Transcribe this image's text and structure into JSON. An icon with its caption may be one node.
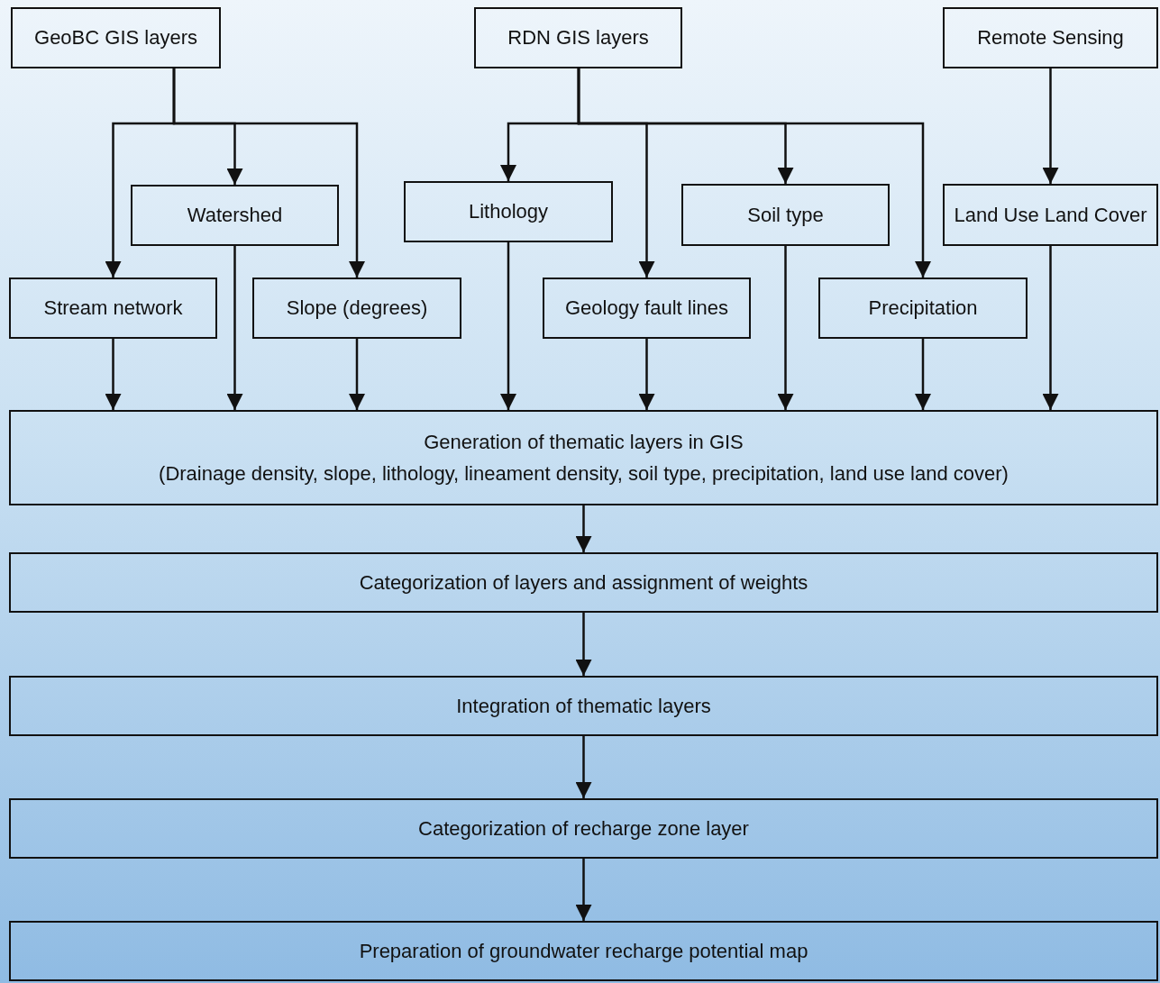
{
  "diagram": {
    "nodes": [
      {
        "text": [
          "GeoBC GIS layers"
        ]
      },
      {
        "text": [
          "RDN GIS layers"
        ]
      },
      {
        "text": [
          "Remote Sensing"
        ]
      },
      {
        "text": [
          "Watershed"
        ]
      },
      {
        "text": [
          "Lithology"
        ]
      },
      {
        "text": [
          "Soil type"
        ]
      },
      {
        "text": [
          "Land Use Land Cover"
        ]
      },
      {
        "text": [
          "Stream network"
        ]
      },
      {
        "text": [
          "Slope (degrees)"
        ]
      },
      {
        "text": [
          "Geology fault lines"
        ]
      },
      {
        "text": [
          "Precipitation"
        ]
      },
      {
        "text": [
          "Generation of thematic layers in GIS",
          "(Drainage density, slope, lithology, lineament density, soil type, precipitation, land use land cover)"
        ]
      },
      {
        "text": [
          "Categorization of layers and assignment of weights"
        ]
      },
      {
        "text": [
          "Integration of thematic layers"
        ]
      },
      {
        "text": [
          "Categorization of recharge zone layer"
        ]
      },
      {
        "text": [
          "Preparation of groundwater recharge potential map"
        ]
      }
    ],
    "edges": [
      {
        "from": 0,
        "to": 7,
        "arrow": "to"
      },
      {
        "from": 0,
        "to": 3,
        "arrow": "to"
      },
      {
        "from": 0,
        "to": 8,
        "arrow": "to"
      },
      {
        "from": 1,
        "to": 4,
        "arrow": "to"
      },
      {
        "from": 1,
        "to": 9,
        "arrow": "to"
      },
      {
        "from": 1,
        "to": 5,
        "arrow": "to"
      },
      {
        "from": 1,
        "to": 10,
        "arrow": "to"
      },
      {
        "from": 2,
        "to": 6,
        "arrow": "to"
      },
      {
        "from": 7,
        "to": 11,
        "arrow": "to"
      },
      {
        "from": 3,
        "to": 11,
        "arrow": "to"
      },
      {
        "from": 8,
        "to": 11,
        "arrow": "to"
      },
      {
        "from": 4,
        "to": 11,
        "arrow": "to"
      },
      {
        "from": 9,
        "to": 11,
        "arrow": "to"
      },
      {
        "from": 5,
        "to": 11,
        "arrow": "to"
      },
      {
        "from": 10,
        "to": 11,
        "arrow": "to"
      },
      {
        "from": 6,
        "to": 11,
        "arrow": "to"
      },
      {
        "from": 11,
        "to": 12,
        "arrow": "to"
      },
      {
        "from": 12,
        "to": 13,
        "arrow": "to"
      },
      {
        "from": 13,
        "to": 14,
        "arrow": "to"
      },
      {
        "from": 14,
        "to": 15,
        "arrow": "to"
      }
    ]
  }
}
